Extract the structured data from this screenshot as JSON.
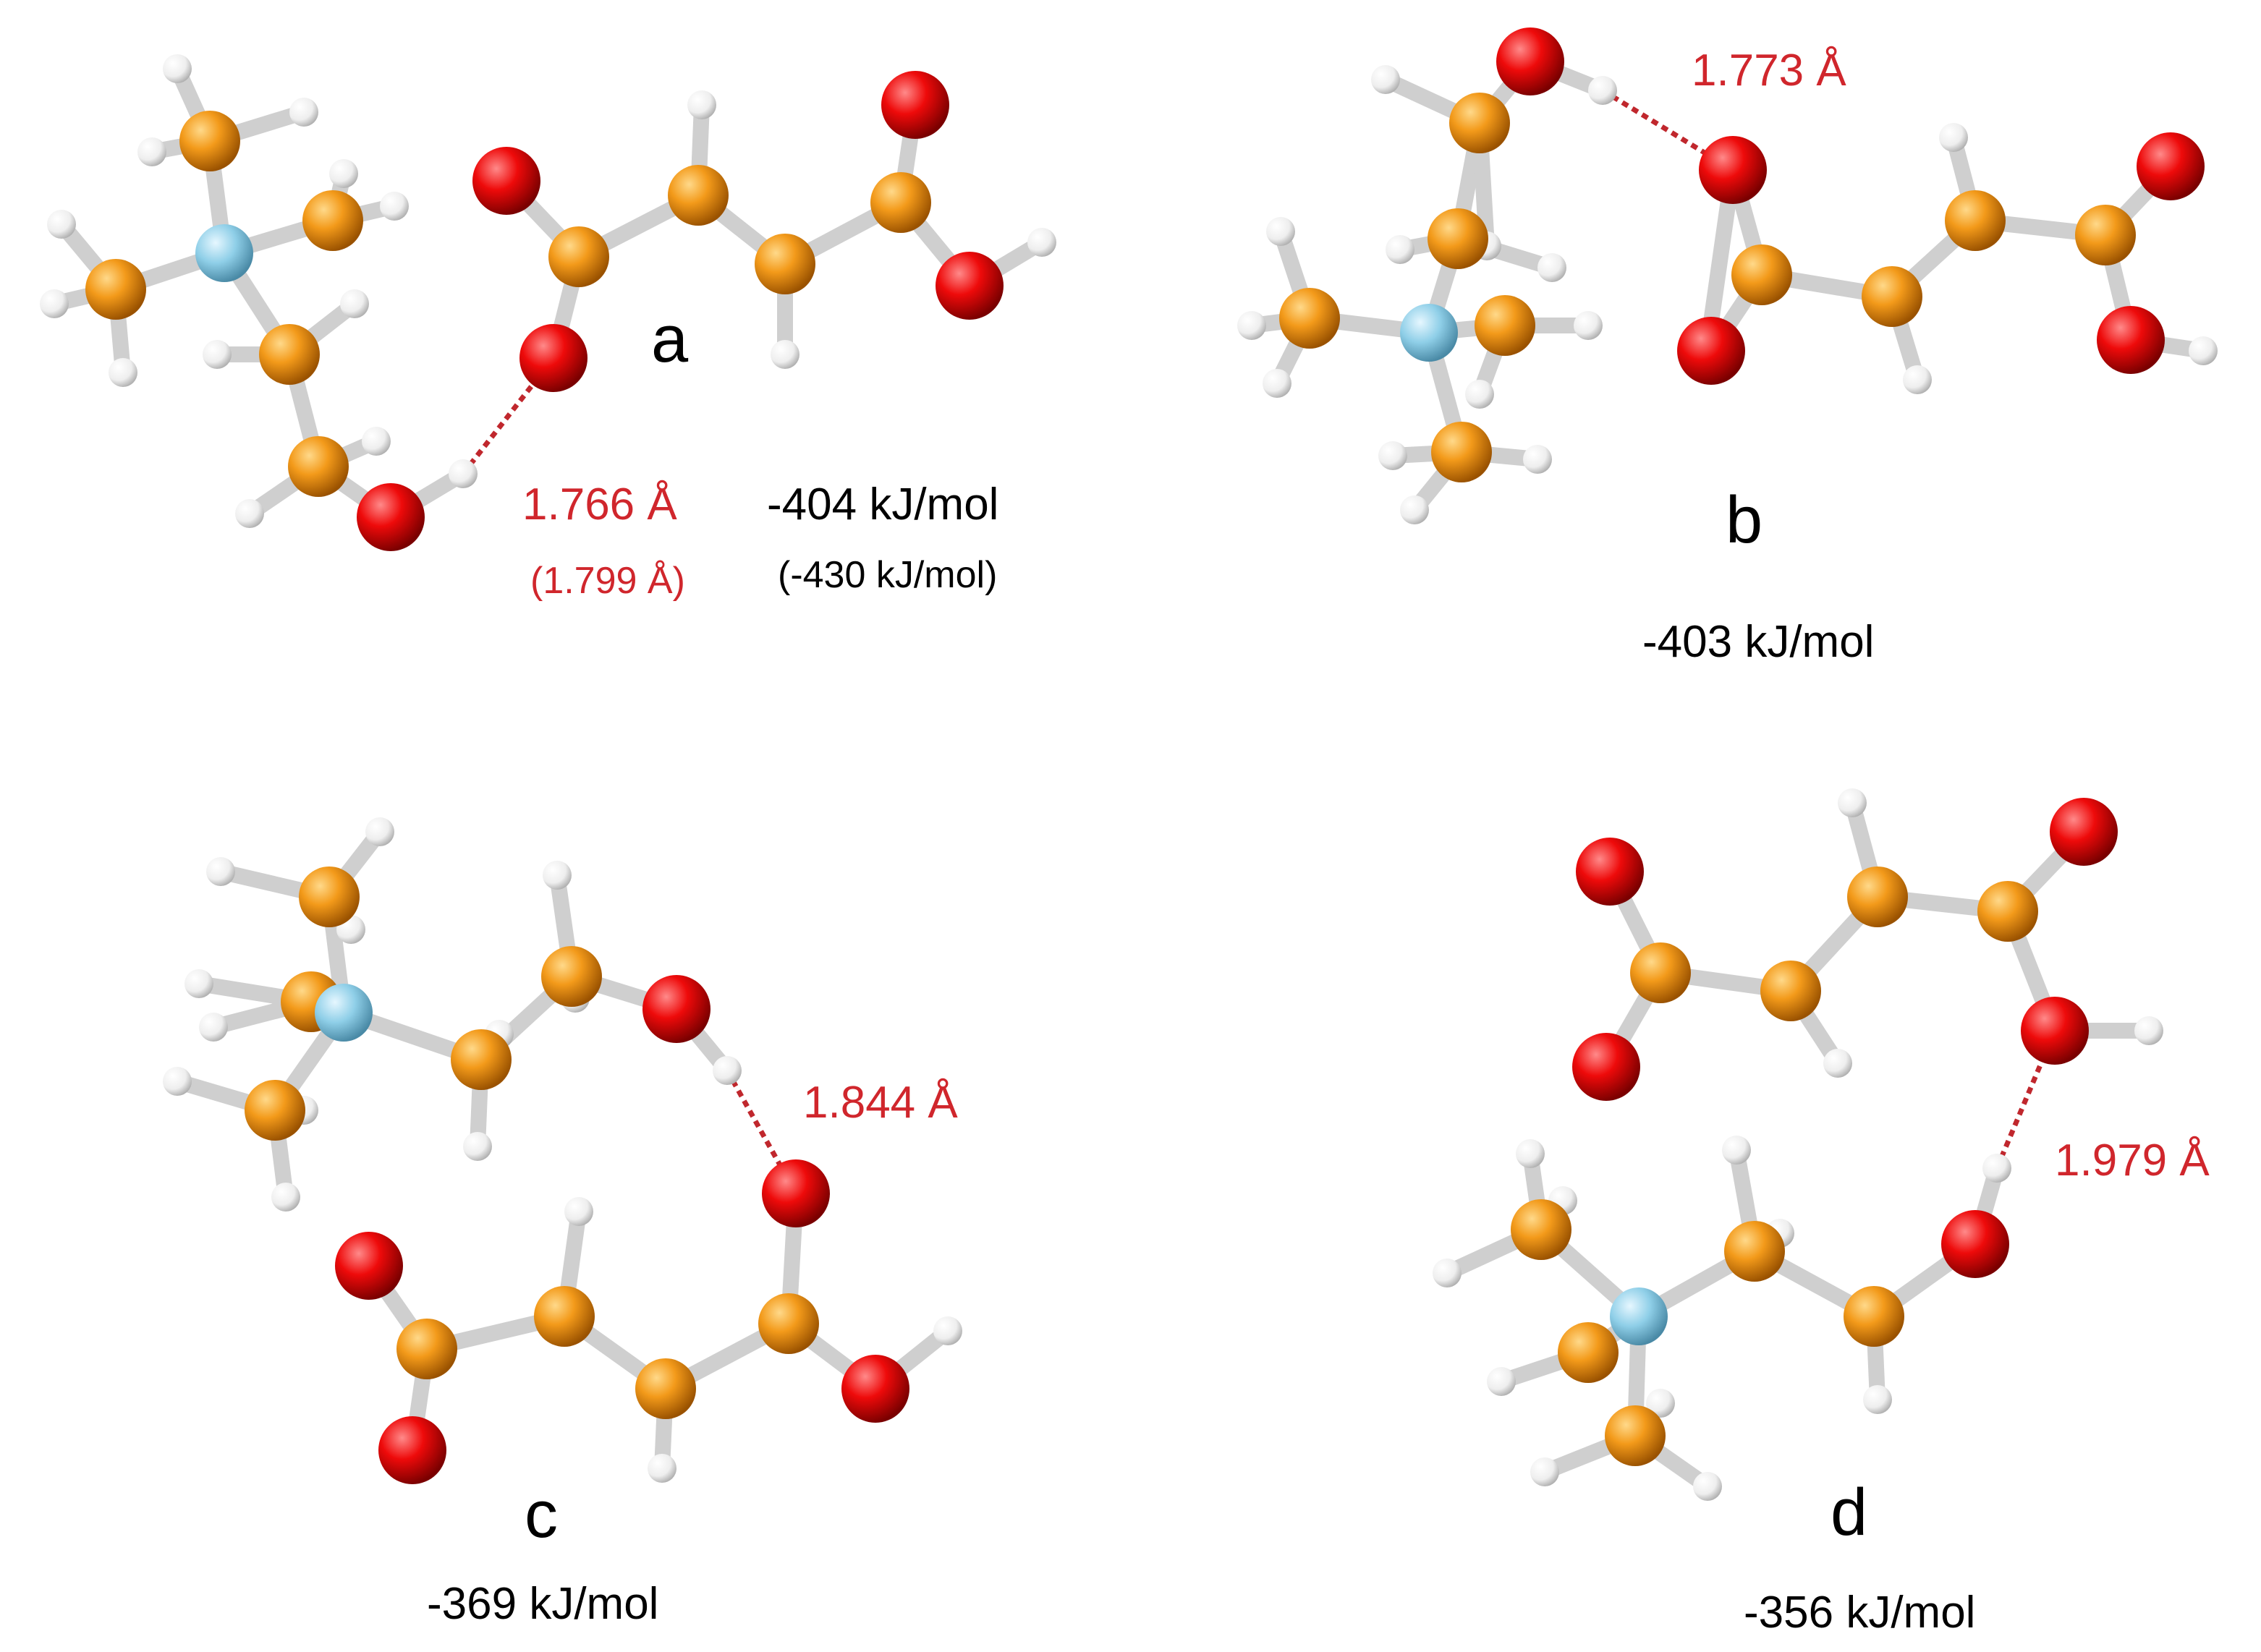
{
  "colors": {
    "carbon": "#f08c0c",
    "oxygen": "#e60000",
    "hydrogen": "#f2f2f2",
    "nitrogen": "#8ccde8",
    "bond": "#c8c8c8",
    "hbond": "#c0272d",
    "distance_text": "#d0262c",
    "text": "#000000"
  },
  "icons": {
    "carbon_atom": "orange-sphere",
    "oxygen_atom": "red-sphere",
    "hydrogen_atom": "white-sphere",
    "nitrogen_atom": "light-blue-sphere"
  },
  "panels": {
    "a": {
      "letter": "a",
      "distance": "1.766 Å",
      "distance_alt": "(1.799 Å)",
      "energy": "-404 kJ/mol",
      "energy_alt": "(-430 kJ/mol)"
    },
    "b": {
      "letter": "b",
      "distance": "1.773 Å",
      "energy": "-403 kJ/mol"
    },
    "c": {
      "letter": "c",
      "distance": "1.844 Å",
      "energy": "-369 kJ/mol"
    },
    "d": {
      "letter": "d",
      "distance": "1.979 Å",
      "energy": "-356 kJ/mol"
    }
  }
}
